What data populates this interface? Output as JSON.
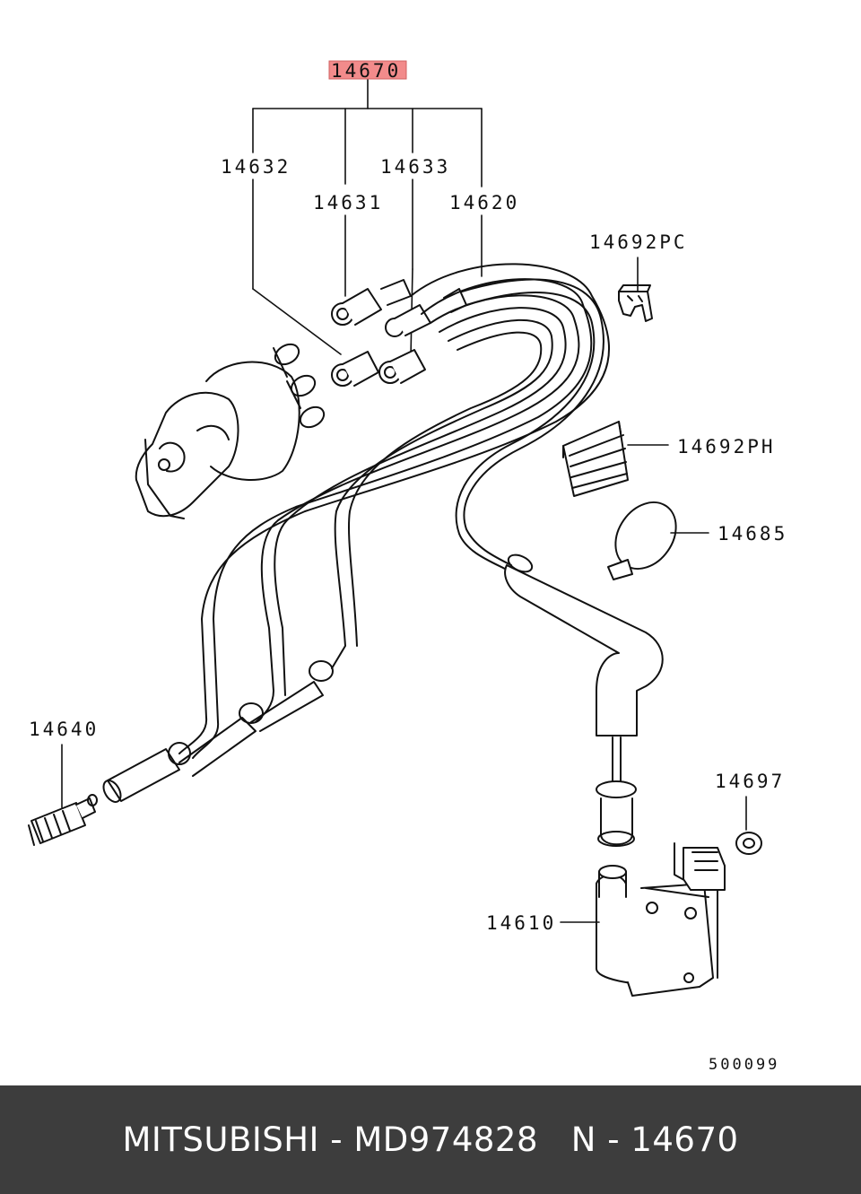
{
  "diagram": {
    "highlight_color": "#f28b8b",
    "labels": {
      "assembly": "14670",
      "cable_14632": "14632",
      "cable_14633": "14633",
      "cable_14631": "14631",
      "cable_14620": "14620",
      "clamp_14692pc": "14692PC",
      "clamp_14692ph": "14692PH",
      "band_14685": "14685",
      "spark_plug_14640": "14640",
      "nut_14697": "14697",
      "coil_14610": "14610",
      "drawing_number": "500099"
    },
    "icons": [
      "distributor-drawing",
      "spark-plug-drawing",
      "ignition-coil-drawing",
      "clamp-drawing",
      "band-drawing",
      "nut-drawing"
    ]
  },
  "footer": {
    "text": "MITSUBISHI - MD974828   N - 14670",
    "background": "#3d3d3d"
  }
}
